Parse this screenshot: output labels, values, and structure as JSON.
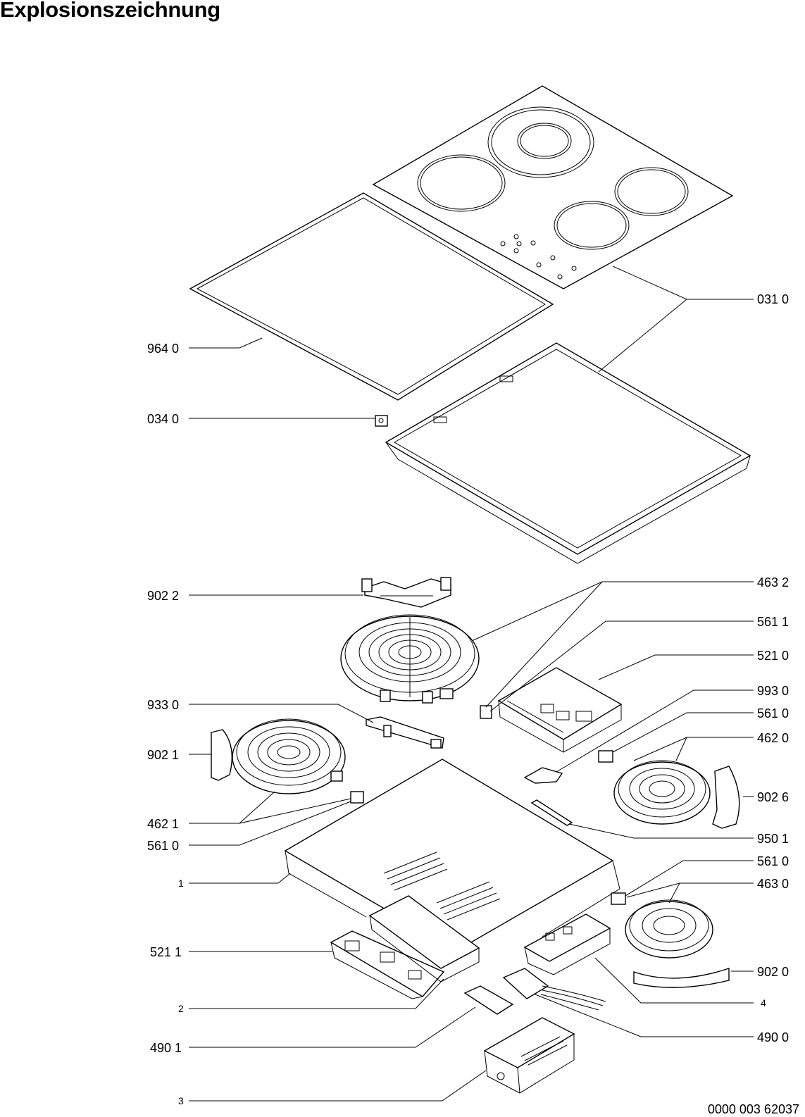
{
  "page": {
    "title": "Explosionszeichnung",
    "document_number": "0000 003 62037"
  },
  "parts": [
    {
      "id": "031_0",
      "label": "031 0"
    },
    {
      "id": "964_0",
      "label": "964 0"
    },
    {
      "id": "034_0",
      "label": "034 0"
    },
    {
      "id": "902_2",
      "label": "902 2"
    },
    {
      "id": "463_2",
      "label": "463 2"
    },
    {
      "id": "561_1",
      "label": "561 1"
    },
    {
      "id": "521_0",
      "label": "521 0"
    },
    {
      "id": "933_0",
      "label": "933 0"
    },
    {
      "id": "993_0",
      "label": "993 0"
    },
    {
      "id": "561_0_a",
      "label": "561 0"
    },
    {
      "id": "462_0",
      "label": "462 0"
    },
    {
      "id": "902_1",
      "label": "902 1"
    },
    {
      "id": "902_6",
      "label": "902 6"
    },
    {
      "id": "462_1",
      "label": "462 1"
    },
    {
      "id": "561_0_b",
      "label": "561 0"
    },
    {
      "id": "950_1",
      "label": "950 1"
    },
    {
      "id": "1",
      "label": "1"
    },
    {
      "id": "561_0_c",
      "label": "561 0"
    },
    {
      "id": "463_0",
      "label": "463 0"
    },
    {
      "id": "521_1",
      "label": "521 1"
    },
    {
      "id": "902_0",
      "label": "902 0"
    },
    {
      "id": "2",
      "label": "2"
    },
    {
      "id": "4",
      "label": "4"
    },
    {
      "id": "490_1",
      "label": "490 1"
    },
    {
      "id": "490_0",
      "label": "490 0"
    },
    {
      "id": "3",
      "label": "3"
    }
  ]
}
